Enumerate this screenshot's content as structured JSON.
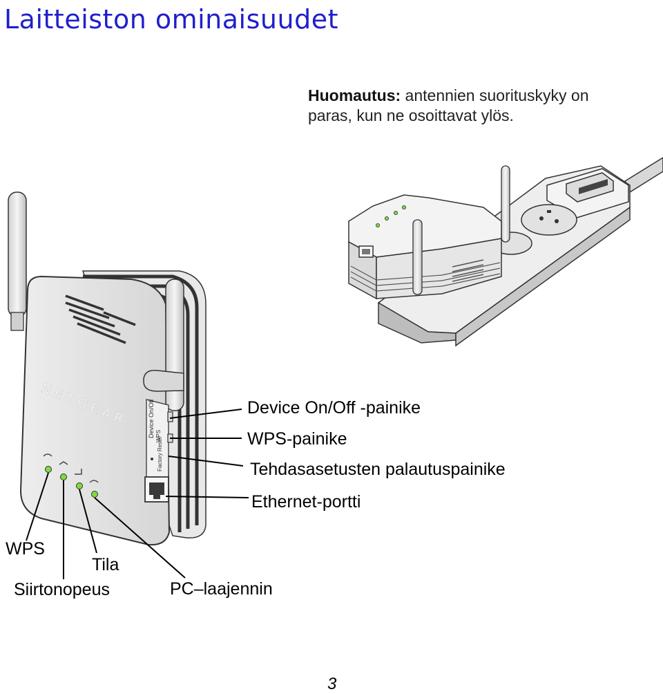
{
  "page": {
    "title": "Laitteiston ominaisuudet",
    "number": "3"
  },
  "note": {
    "label": "Huomautus:",
    "text": " antennien suorituskyky on\nparas, kun ne osoittavat ylös."
  },
  "callouts": {
    "device_onoff": "Device On/Off -painike",
    "wps_button": "WPS-painike",
    "factory_reset": "Tehdasasetusten palautuspainike",
    "ethernet": "Ethernet-portti",
    "wps_led": "WPS",
    "status_led": "Tila",
    "rate_led": "Siirtonopeus",
    "pc_led": "PC–laajennin"
  },
  "device": {
    "brand": "NETGEAR",
    "button_label_1": "Device On/Off",
    "button_label_2": "WPS",
    "button_label_3": "Factory Reset"
  },
  "colors": {
    "title": "#1f1fcc",
    "led": "#7ddc3a"
  }
}
